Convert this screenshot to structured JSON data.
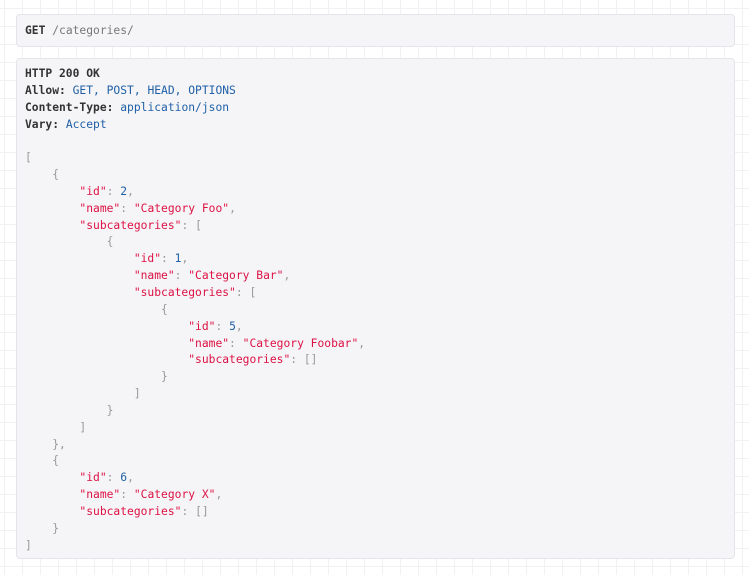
{
  "request": {
    "method": "GET",
    "path": "/categories/"
  },
  "response": {
    "status_line": "HTTP 200 OK",
    "headers": [
      {
        "key": "Allow:",
        "value": "GET, POST, HEAD, OPTIONS"
      },
      {
        "key": "Content-Type:",
        "value": "application/json"
      },
      {
        "key": "Vary:",
        "value": "Accept"
      }
    ],
    "body": {
      "l0_open": "[",
      "l1_open": "{",
      "l2_id_key": "\"id\"",
      "l2_id_val": "2",
      "l2_name_key": "\"name\"",
      "l2_name_val": "\"Category Foo\"",
      "l2_sub_key": "\"subcategories\"",
      "l2_sub_open": "[",
      "l3_open": "{",
      "l4_id_key": "\"id\"",
      "l4_id_val": "1",
      "l4_name_key": "\"name\"",
      "l4_name_val": "\"Category Bar\"",
      "l4_sub_key": "\"subcategories\"",
      "l4_sub_open": "[",
      "l5_open": "{",
      "l6_id_key": "\"id\"",
      "l6_id_val": "5",
      "l6_name_key": "\"name\"",
      "l6_name_val": "\"Category Foobar\"",
      "l6_sub_key": "\"subcategories\"",
      "l6_sub_val": "[]",
      "l5_close": "}",
      "l4_sub_close": "]",
      "l3_close": "}",
      "l2_sub_close": "]",
      "l1_close": "},",
      "l1b_open": "{",
      "l2b_id_key": "\"id\"",
      "l2b_id_val": "6",
      "l2b_name_key": "\"name\"",
      "l2b_name_val": "\"Category X\"",
      "l2b_sub_key": "\"subcategories\"",
      "l2b_sub_val": "[]",
      "l1b_close": "}",
      "l0_close": "]"
    }
  },
  "colors": {
    "panel_bg": "#f5f5f7",
    "string": "#dd1144",
    "number": "#1f5fa6",
    "punctuation": "#999999"
  }
}
